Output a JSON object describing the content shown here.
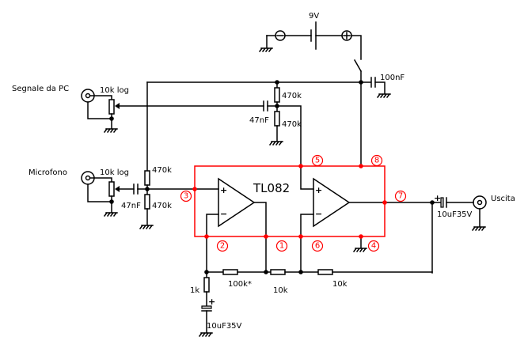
{
  "schematic": {
    "title": "TL082",
    "battery": {
      "label": "9V",
      "neg_symbol": "−",
      "pos_symbol": "+"
    },
    "supply_cap": {
      "label": "100nF"
    },
    "inputs": [
      {
        "label": "Segnale da PC",
        "pot_label": "10k log"
      },
      {
        "label": "Microfono",
        "pot_label": "10k log"
      }
    ],
    "bias_divider_upper": {
      "top": "470k",
      "bottom": "470k",
      "cap": "47nF"
    },
    "bias_divider_lower": {
      "top": "470k",
      "bottom": "470k",
      "cap": "47nF"
    },
    "output": {
      "label": "Uscita",
      "cap_label": "10uF35V",
      "cap_plus": "+"
    },
    "feedback": {
      "r_gain": "1k",
      "r_feedback": "100k*",
      "r_mid": "10k",
      "r_out": "10k",
      "cap": "10uF35V",
      "cap_plus": "+"
    },
    "opamp_signs": {
      "plus": "+",
      "minus": "−"
    },
    "pins": [
      {
        "number": "1",
        "glyph": "①"
      },
      {
        "number": "2",
        "glyph": "②"
      },
      {
        "number": "3",
        "glyph": "③"
      },
      {
        "number": "4",
        "glyph": "④"
      },
      {
        "number": "5",
        "glyph": "⑤"
      },
      {
        "number": "6",
        "glyph": "⑥"
      },
      {
        "number": "7",
        "glyph": "⑦"
      },
      {
        "number": "8",
        "glyph": "⑧"
      }
    ],
    "colors": {
      "wire": "#000000",
      "chip_outline": "#ff0000"
    }
  }
}
